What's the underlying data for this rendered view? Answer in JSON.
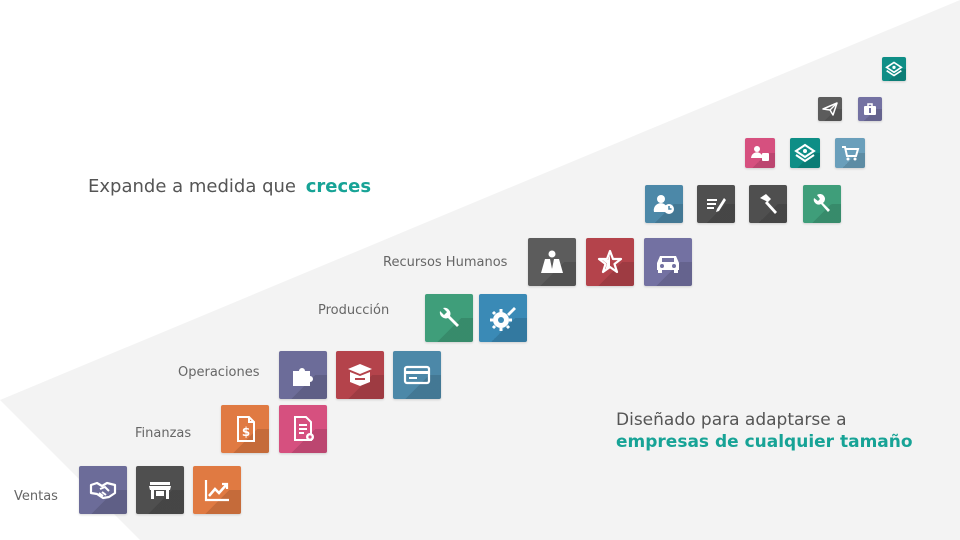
{
  "headline": {
    "text": "Expande a medida que",
    "accent": "creces"
  },
  "claim": {
    "line1": "Diseñado para adaptarse a",
    "line2": "empresas de cualquier tamaño"
  },
  "categories": {
    "ventas": "Ventas",
    "finanzas": "Finanzas",
    "operaciones": "Operaciones",
    "produccion": "Producción",
    "rrhh": "Recursos Humanos"
  },
  "colors": {
    "accent": "#17a396",
    "text": "#555555",
    "band": "#f3f3f3"
  },
  "icons": {
    "ventas": [
      "handshake-icon",
      "store-icon",
      "trend-chart-icon"
    ],
    "finanzas": [
      "invoice-dollar-icon",
      "document-settings-icon"
    ],
    "operaciones": [
      "puzzle-icon",
      "open-box-icon",
      "card-icon"
    ],
    "produccion": [
      "wrench-icon",
      "gear-pencil-icon"
    ],
    "rrhh": [
      "caped-figure-icon",
      "star-icon",
      "car-icon"
    ],
    "row6": [
      "user-clock-icon",
      "note-edit-icon",
      "hammer-icon",
      "wrench-icon"
    ],
    "row7": [
      "user-badge-icon",
      "money-icon",
      "cart-icon"
    ],
    "row8": [
      "paper-plane-icon",
      "briefcase-icon"
    ],
    "row9": [
      "money-icon"
    ]
  }
}
